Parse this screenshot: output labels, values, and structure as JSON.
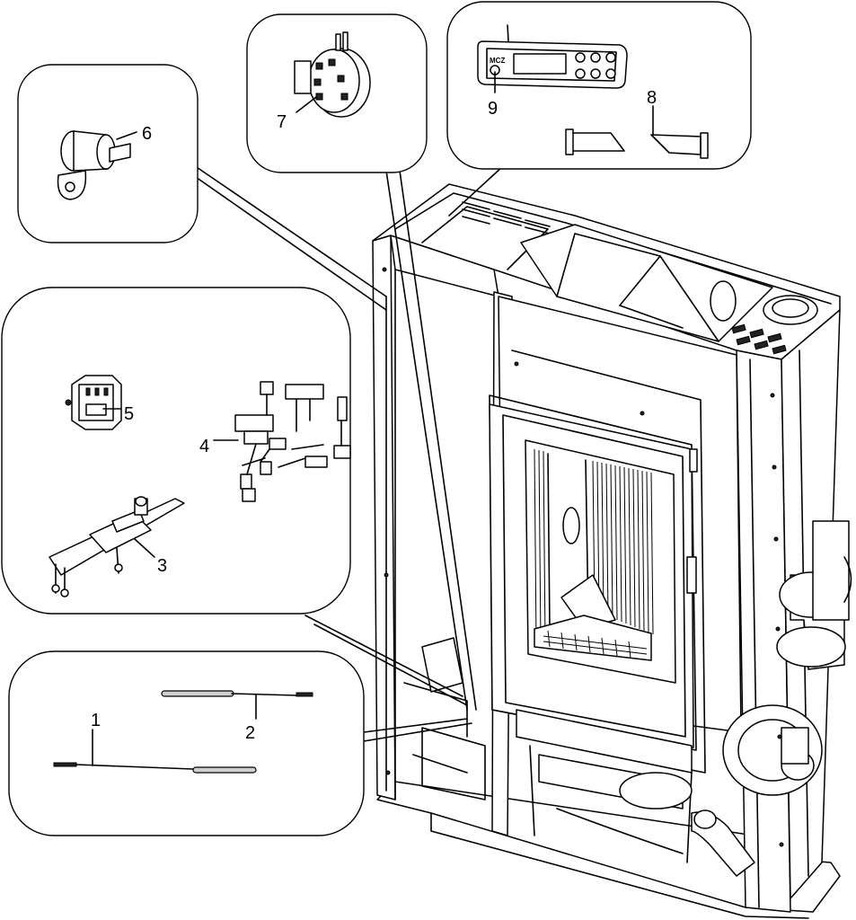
{
  "callouts": {
    "c1": "1",
    "c2": "2",
    "c3": "3",
    "c4": "4",
    "c5": "5",
    "c6": "6",
    "c7": "7",
    "c8": "8",
    "c9": "9"
  },
  "panel_brand": "MCZ",
  "colors": {
    "line": "#000000",
    "background": "#ffffff",
    "glass_dark": "#222222"
  }
}
